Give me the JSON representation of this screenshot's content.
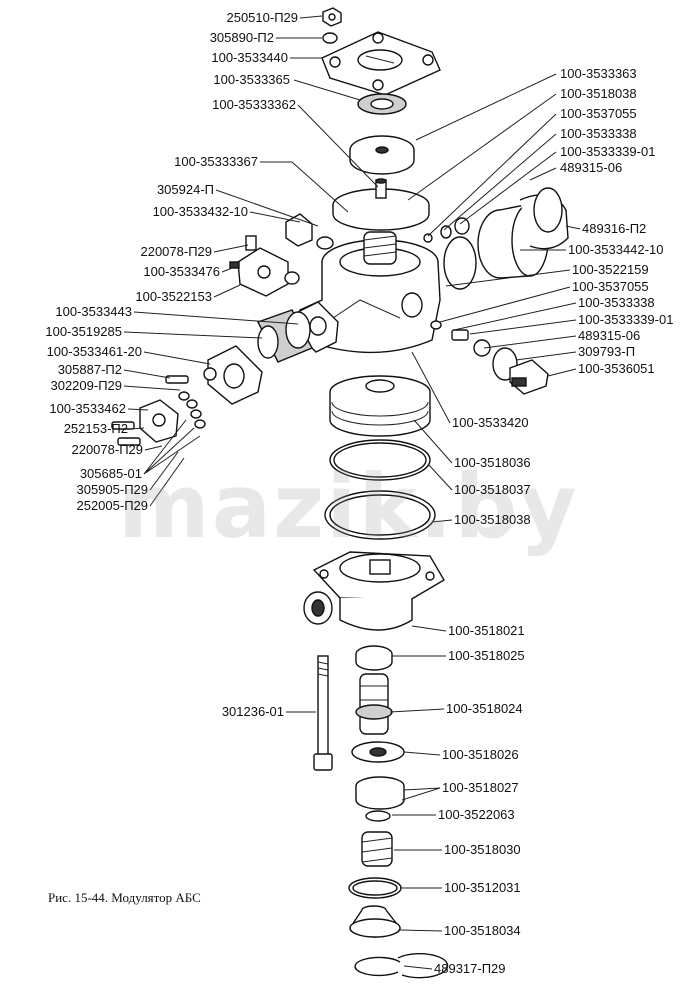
{
  "caption": "Рис. 15-44. Модулятор АБС",
  "watermark": "mazik.by",
  "labels_left": [
    "250510-П29",
    "305890-П2",
    "100-3533440",
    "100-3533365",
    "100-35333362",
    "100-35333367",
    "305924-П",
    "100-3533432-10",
    "220078-П29",
    "100-3533476",
    "100-3522153",
    "100-3533443",
    "100-3519285",
    "100-3533461-20",
    "305887-П2",
    "302209-П29",
    "100-3533462",
    "252153-П2",
    "220078-П29",
    "305685-01",
    "305905-П29",
    "252005-П29",
    "301236-01"
  ],
  "labels_right": [
    "100-3533363",
    "100-3518038",
    "100-3537055",
    "100-3533338",
    "100-3533339-01",
    "489315-06",
    "489316-П2",
    "100-3533442-10",
    "100-3522159",
    "100-3537055",
    "100-3533338",
    "100-3533339-01",
    "489315-06",
    "309793-П",
    "100-3536051",
    "100-3533420",
    "100-3518036",
    "100-3518037",
    "100-3518038",
    "100-3518021",
    "100-3518025",
    "100-3518024",
    "100-3518026",
    "100-3518027",
    "100-3522063",
    "100-3518030",
    "100-3512031",
    "100-3518034",
    "489317-П29"
  ]
}
